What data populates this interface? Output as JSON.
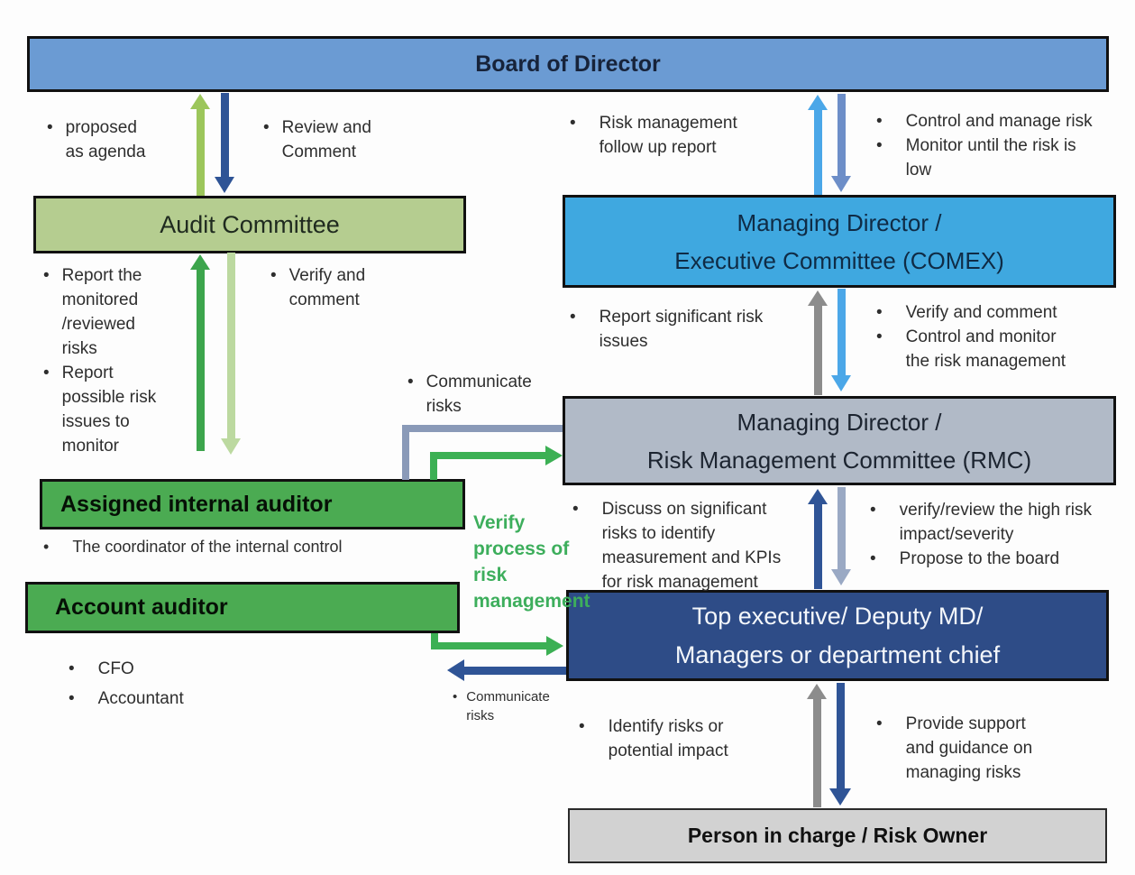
{
  "ui": {
    "bullet": "•"
  },
  "boxes": {
    "board": {
      "label": "Board of Director"
    },
    "audit_committee": {
      "label": "Audit Committee"
    },
    "assigned_internal_auditor": {
      "label": "Assigned internal auditor"
    },
    "account_auditor": {
      "label": "Account auditor"
    },
    "comex": {
      "line1": "Managing Director /",
      "line2": "Executive Committee (COMEX)"
    },
    "rmc": {
      "line1": "Managing Director /",
      "line2": "Risk Management Committee (RMC)"
    },
    "top_executive": {
      "line1": "Top executive/ Deputy MD/",
      "line2": "Managers or department chief"
    },
    "person_in_charge": {
      "label": "Person in charge / Risk Owner"
    }
  },
  "annotations": {
    "board_audit_up": {
      "items": [
        "proposed\nas agenda"
      ]
    },
    "board_audit_down": {
      "items": [
        "Review and\nComment"
      ]
    },
    "board_comex_up": {
      "items": [
        "Risk management\nfollow up report"
      ]
    },
    "board_comex_down": {
      "items": [
        "Control and manage risk",
        "Monitor until the risk is\nlow"
      ]
    },
    "audit_auditor_up": {
      "items": [
        "Report the\nmonitored\n/reviewed\nrisks",
        "Report\npossible risk\nissues to\nmonitor"
      ]
    },
    "audit_auditor_down": {
      "items": [
        "Verify and\ncomment"
      ]
    },
    "comex_rmc_up": {
      "items": [
        "Report significant risk\nissues"
      ]
    },
    "comex_rmc_down": {
      "items": [
        "Verify and comment",
        "Control and monitor\nthe risk management"
      ]
    },
    "communicate_risks_to_rmc": {
      "items": [
        "Communicate\nrisks"
      ]
    },
    "internal_auditor_role": {
      "items": [
        "The coordinator of the internal control"
      ]
    },
    "account_auditor_members": {
      "items": [
        "CFO",
        "Accountant"
      ]
    },
    "verify_process_label": {
      "text": "Verify\nprocess of\nrisk\nmanagement"
    },
    "rmc_top_up": {
      "items": [
        "Discuss on significant\nrisks to identify\nmeasurement and KPIs\nfor risk management"
      ]
    },
    "rmc_top_down": {
      "items": [
        "verify/review the high risk\nimpact/severity",
        "Propose to the board"
      ]
    },
    "communicate_risks_to_auditors": {
      "items": [
        "Communicate\nrisks"
      ]
    },
    "top_person_up": {
      "items": [
        "Identify risks or\npotential impact"
      ]
    },
    "top_person_down": {
      "items": [
        "Provide support\nand guidance on\nmanaging risks"
      ]
    }
  },
  "colors": {
    "board_fill": "#6b9bd3",
    "audit_committee_fill": "#b5cd90",
    "auditor_green_fill": "#4bab52",
    "comex_fill": "#3fa8e0",
    "rmc_fill": "#b1bac7",
    "top_executive_fill": "#2e4c87",
    "person_in_charge_fill": "#d2d2d2",
    "arrow_yellow_green": "#9cc65b",
    "arrow_navy": "#2f5496",
    "arrow_dark_green": "#3ca54c",
    "arrow_pale_green": "#bcd9a0",
    "arrow_light_blue": "#4ba7e8",
    "arrow_steel_blue": "#6d8ec8",
    "arrow_gray": "#8c8c8c",
    "arrow_gray_blue": "#9aa9c4",
    "connector_gray_blue": "#8a9ab8",
    "connector_green": "#3cb054",
    "verify_label_green": "#3dae5c"
  }
}
